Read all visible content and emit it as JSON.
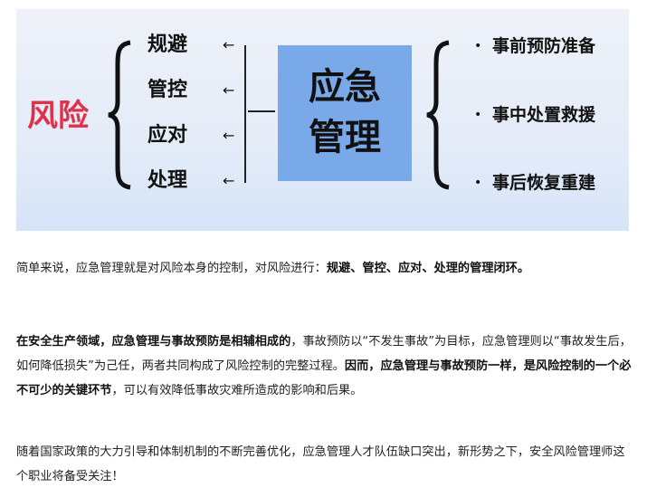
{
  "diagram": {
    "risk_label": "风险",
    "left_items": [
      "规避",
      "管控",
      "应对",
      "处理"
    ],
    "center_lines": [
      "应急",
      "管理"
    ],
    "right_items": [
      "事前预防准备",
      "事中处置救援",
      "事后恢复重建"
    ],
    "colors": {
      "risk": "#e0304a",
      "box": "#7aa9ea"
    }
  },
  "paragraphs": [
    {
      "segments": [
        {
          "t": "简单来说，应急管理就是对风险本身的控制，对风险进行：",
          "b": false
        },
        {
          "t": "规避、管控、应对、处理的管理闭环。",
          "b": true
        }
      ]
    },
    {
      "segments": [
        {
          "t": "在安全生产领域，应急管理与事故预防是相辅相成的",
          "b": true
        },
        {
          "t": "，事故预防以“不发生事故”为目标，应急管理则以“事故发生后，如何降低损失”为己任，两者共同构成了风险控制的完整过程。",
          "b": false
        },
        {
          "t": "因而，应急管理与事故预防一样，是风险控制的一个必不可少的关键环节",
          "b": true
        },
        {
          "t": "，可以有效降低事故灾难所造成的影响和后果。",
          "b": false
        }
      ]
    },
    {
      "segments": [
        {
          "t": "随着国家政策的大力引导和体制机制的不断完善优化，应急管理人才队伍缺口突出，新形势之下，安全风险管理师这个职业将备受关注！",
          "b": false
        }
      ]
    }
  ]
}
